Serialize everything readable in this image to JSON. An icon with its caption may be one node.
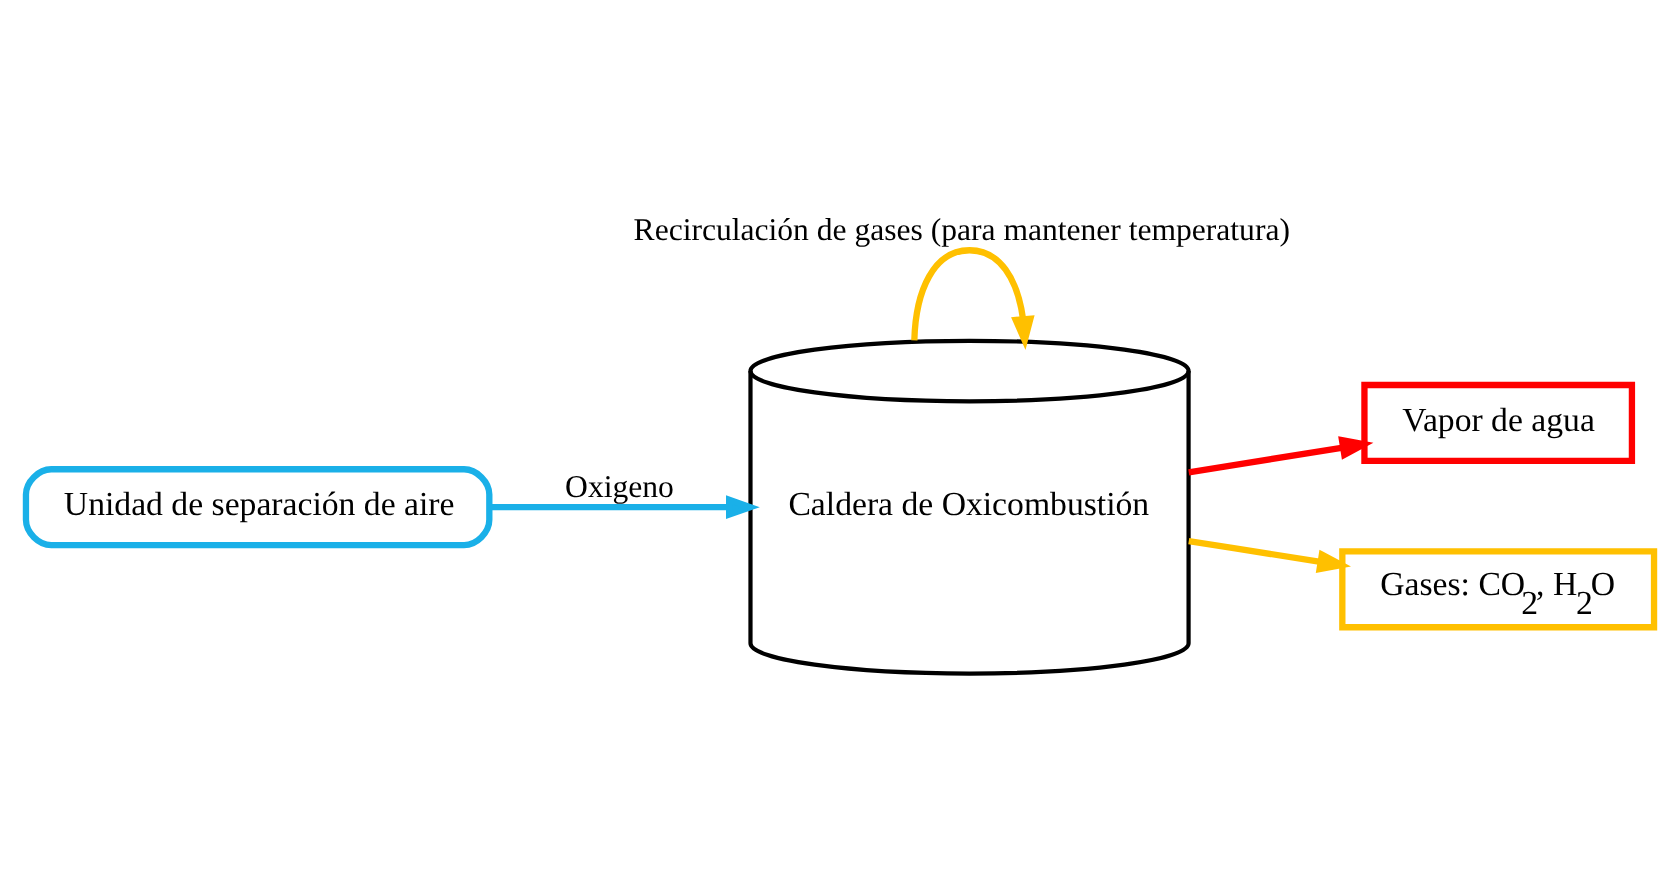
{
  "diagram": {
    "nodes": [
      {
        "text": [
          "Unidad de separación de aire"
        ]
      },
      {
        "text": [
          "Caldera de Oxicombustión"
        ]
      },
      {
        "text": [
          "Vapor de agua"
        ]
      },
      {
        "text": [
          "Gases: CO$_{2}$, H$_{2}$O"
        ]
      }
    ],
    "edges": [
      {
        "from": 0,
        "to": 1,
        "arrow": "to",
        "label": "Oxigeno",
        "color": "#1ab0e8"
      },
      {
        "from": 1,
        "to": 2,
        "arrow": "to",
        "color": "#ff0000"
      },
      {
        "from": 1,
        "to": 3,
        "arrow": "to",
        "color": "#ffc000"
      },
      {
        "from": 1,
        "to": 1,
        "arrow": "to",
        "label": "Recirculación de gases (para mantener temperatura)",
        "color": "#ffc000"
      }
    ]
  }
}
